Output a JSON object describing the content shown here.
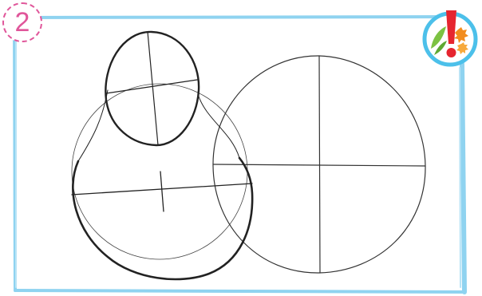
{
  "exercise": {
    "number": "2"
  },
  "colors": {
    "frame": "#8fd3f0",
    "badge": "#e0569a",
    "ink": "#222222",
    "icon_ring": "#4cc0ea",
    "icon_exclamation": "#e6252f",
    "icon_leaf": "#7cc242",
    "icon_splash": "#f28c1e"
  },
  "icons": {
    "corner": "exclamation-paint-icon"
  },
  "figures": {
    "head": "small-circle-head",
    "body": "pear-shaped-body",
    "right": "large-circle"
  }
}
